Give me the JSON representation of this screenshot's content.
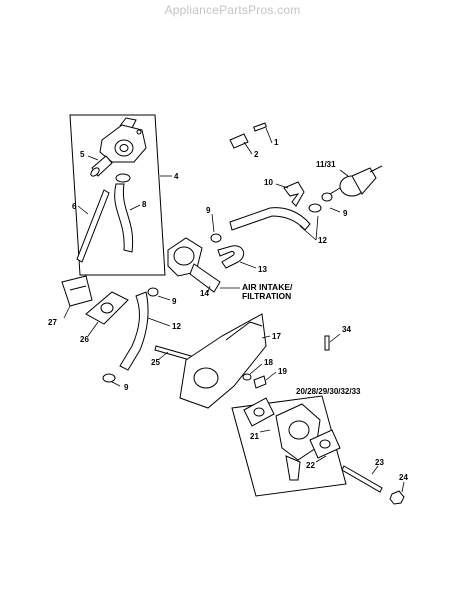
{
  "watermark": "AppliancePartsPros.com",
  "callouts": {
    "c1": "1",
    "c2": "2",
    "c4": "4",
    "c5": "5",
    "c6": "6",
    "c8": "8",
    "c9a": "9",
    "c9b": "9",
    "c9c": "9",
    "c9d": "9",
    "c10": "10",
    "c11_31": "11/31",
    "c12a": "12",
    "c12b": "12",
    "c13": "13",
    "c14": "14",
    "c17": "17",
    "c18": "18",
    "c19": "19",
    "c20": "20/28/29/30/32/33",
    "c21": "21",
    "c22": "22",
    "c23": "23",
    "c24": "24",
    "c25": "25",
    "c26": "26",
    "c27": "27",
    "c34": "34"
  },
  "air_intake_label": "AIR INTAKE/\nFILTRATION"
}
